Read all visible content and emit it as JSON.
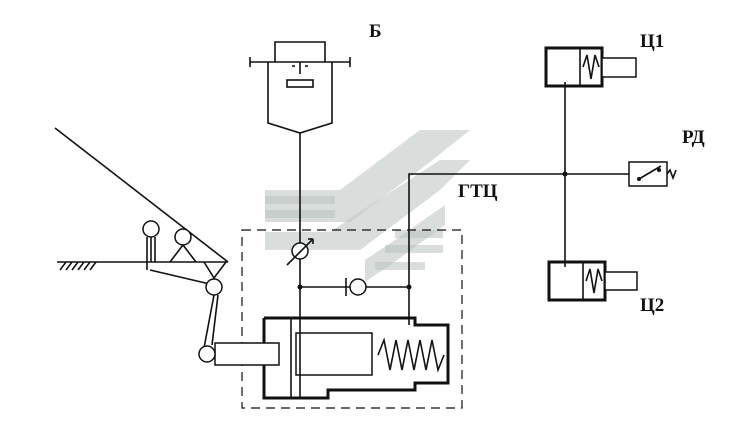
{
  "labels": {
    "reservoir": "Б",
    "master_cylinder": "ГТЦ",
    "wheel_cylinder_1": "Ц1",
    "wheel_cylinder_2": "Ц2",
    "pressure_switch": "РД"
  },
  "colors": {
    "line": "#111111",
    "watermark": "#b9c1bf",
    "background": "#ffffff"
  }
}
